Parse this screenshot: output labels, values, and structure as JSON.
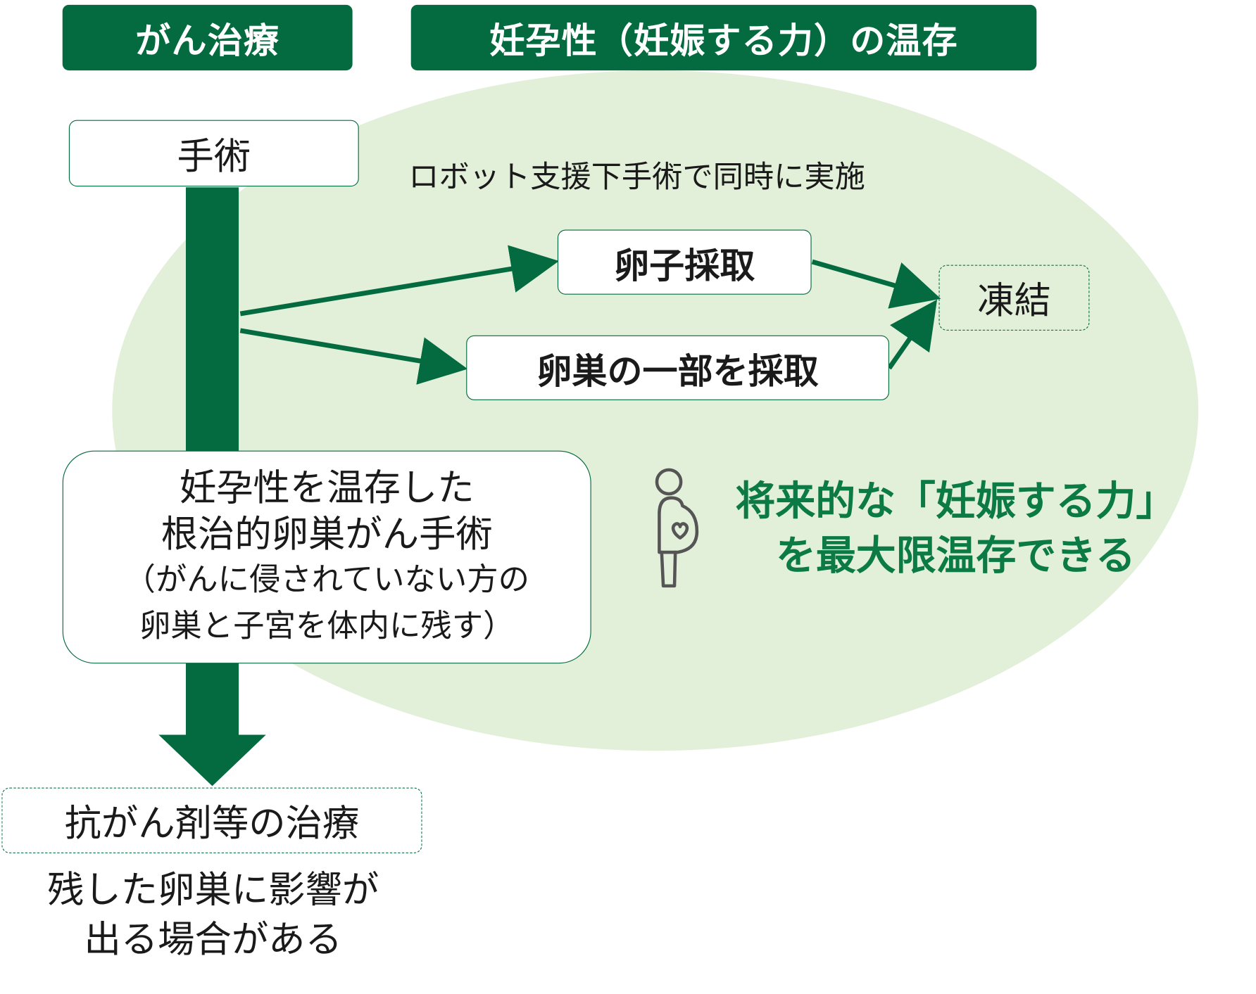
{
  "headers": {
    "cancer_treatment": "がん治療",
    "fertility_preservation": "妊孕性（妊娠する力）の温存"
  },
  "steps": {
    "surgery": "手術",
    "robot_note": "ロボット支援下手術で同時に実施",
    "egg_retrieval": "卵子採取",
    "ovary_partial_retrieval": "卵巣の一部を採取",
    "freezing": "凍結",
    "radical_surgery": {
      "line1": "妊孕性を温存した",
      "line2": "根治的卵巣がん手術",
      "line3": "（がんに侵されていない方の",
      "line4": "卵巣と子宮を体内に残す）"
    },
    "chemotherapy": "抗がん剤等の治療",
    "chemo_note": {
      "line1": "残した卵巣に影響が",
      "line2": "出る場合がある"
    }
  },
  "outcome": {
    "line1": "将来的な「妊娠する力」",
    "line2": "を最大限温存できる",
    "icon": "pregnant-woman-icon"
  },
  "colors": {
    "dark_green": "#036b3f",
    "light_green_area": "#e2efd9",
    "outcome_text": "#0b7a45"
  }
}
